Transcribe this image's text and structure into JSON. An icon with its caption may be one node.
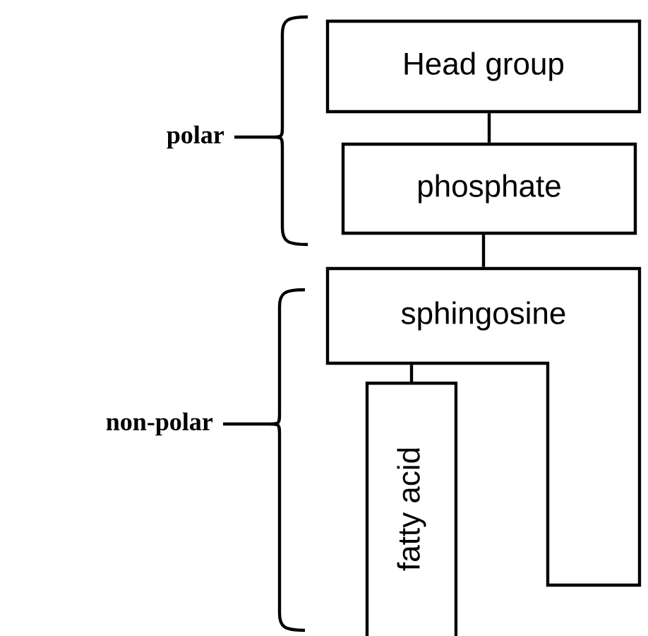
{
  "diagram": {
    "nodes": [
      {
        "text": [
          "Head group"
        ]
      },
      {
        "text": [
          "phosphate"
        ]
      },
      {
        "text": [
          "sphingosine"
        ]
      },
      {
        "text": [
          "fatty acid"
        ]
      }
    ],
    "edges": [
      {
        "from": 0,
        "to": 1,
        "arrow": "none"
      },
      {
        "from": 1,
        "to": 2,
        "arrow": "none"
      },
      {
        "from": 2,
        "to": 3,
        "arrow": "none"
      }
    ],
    "labels": [
      "polar",
      "non-polar"
    ]
  }
}
